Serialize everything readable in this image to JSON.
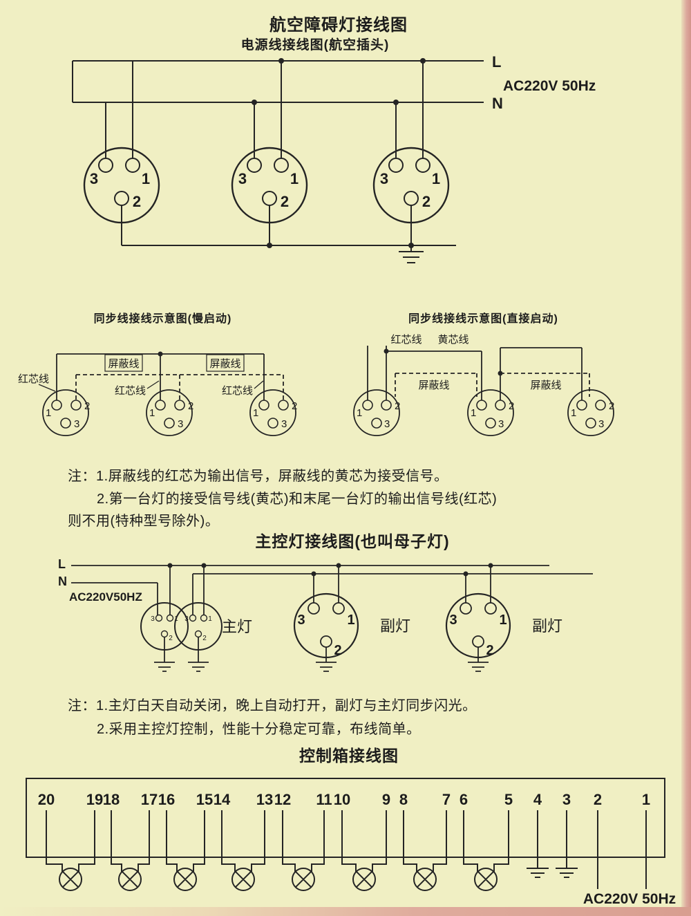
{
  "colors": {
    "paper": "#f0efc3",
    "ink": "#242424",
    "scan_edge": "#d89e90"
  },
  "header": {
    "title": "航空障碍灯接线图",
    "subtitle": "电源线接线图(航空插头)"
  },
  "power": {
    "line_l": "L",
    "line_n": "N",
    "ac": "AC220V 50Hz"
  },
  "pins": {
    "p1": "1",
    "p2": "2",
    "p3": "3"
  },
  "sync": {
    "left_title": "同步线接线示意图(慢启动)",
    "right_title": "同步线接线示意图(直接启动)",
    "red_core": "红芯线",
    "yellow_core": "黄芯线",
    "shield": "屏蔽线"
  },
  "notes_sync": {
    "l1": "注：1.屏蔽线的红芯为输出信号，屏蔽线的黄芯为接受信号。",
    "l2": "2.第一台灯的接受信号线(黄芯)和末尾一台灯的输出信号线(红芯)",
    "l3": "则不用(特种型号除外)。"
  },
  "master": {
    "title": "主控灯接线图(也叫母子灯)",
    "line_l": "L",
    "line_n": "N",
    "ac": "AC220V50HZ",
    "main_lamp": "主灯",
    "sub_lamp": "副灯"
  },
  "notes_master": {
    "l1": "注：1.主灯白天自动关闭，晚上自动打开，副灯与主灯同步闪光。",
    "l2": "2.采用主控灯控制，性能十分稳定可靠，布线简单。"
  },
  "control": {
    "title": "控制箱接线图",
    "terminals": [
      "20",
      "19",
      "18",
      "17",
      "16",
      "15",
      "14",
      "13",
      "12",
      "11",
      "10",
      "9",
      "8",
      "7",
      "6",
      "5",
      "4",
      "3",
      "2",
      "1"
    ],
    "ac": "AC220V 50Hz"
  }
}
